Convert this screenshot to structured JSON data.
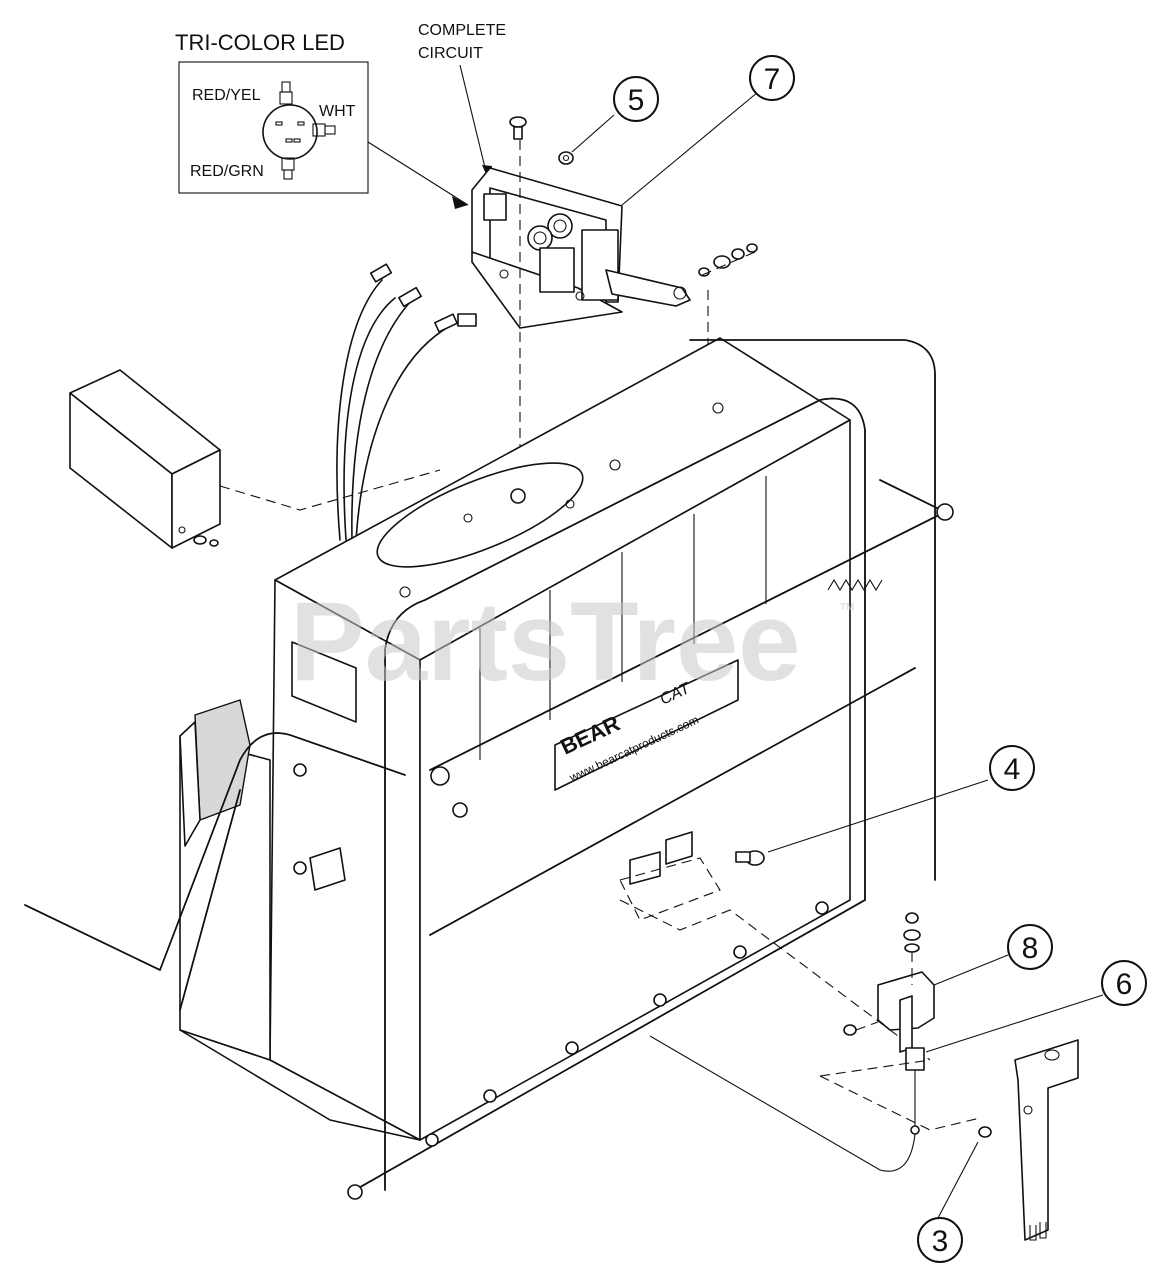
{
  "diagram": {
    "inset_title": "TRI-COLOR LED",
    "inset_labels": {
      "red_yel": "RED/YEL",
      "wht": "WHT",
      "red_grn": "RED/GRN"
    },
    "complete_circuit_line1": "COMPLETE",
    "complete_circuit_line2": "CIRCUIT",
    "sign_brand": "BEAR",
    "sign_brand_suffix": "CAT",
    "sign_url": "www.bearcatproducts.com",
    "watermark": "PartsTree",
    "watermark_tm": "TM",
    "callouts": [
      {
        "number": "5"
      },
      {
        "number": "7"
      },
      {
        "number": "4"
      },
      {
        "number": "8"
      },
      {
        "number": "6"
      },
      {
        "number": "3"
      }
    ]
  }
}
